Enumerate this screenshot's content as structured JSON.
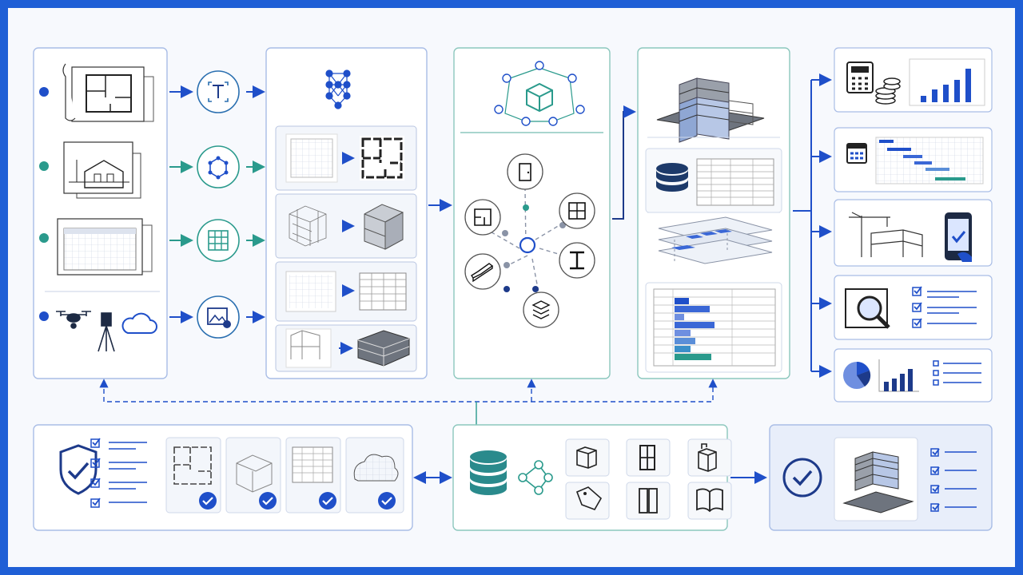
{
  "colors": {
    "frame": "#1f5fd6",
    "background": "#f7f9fd",
    "blue": "#1f4fc9",
    "navy": "#1d3a8a",
    "teal": "#2a9a8c",
    "panel_border": "#a9bde6",
    "teal_border": "#8cc7bd",
    "gray": "#8a93a6"
  },
  "stages": [
    {
      "id": "inputs",
      "icons": [
        "floor-plan-icon",
        "building-elevation-icon",
        "spreadsheet-icon",
        "drone-icon",
        "total-station-icon",
        "cloud-icon"
      ]
    },
    {
      "id": "recognition",
      "icons": [
        "text-recognition-icon",
        "node-graph-icon",
        "grid-table-icon",
        "image-icon"
      ]
    },
    {
      "id": "processing",
      "icons": [
        "neural-network-icon",
        "plan-vectorization",
        "point-cloud-to-solid",
        "table-extraction",
        "scan-to-model"
      ]
    },
    {
      "id": "knowledge-graph",
      "icons": [
        "cube-network-icon",
        "door-node-icon",
        "window-node-icon",
        "beam-node-icon",
        "floor-node-icon",
        "stair-node-icon",
        "wall-node-icon"
      ]
    },
    {
      "id": "model",
      "icons": [
        "building-model-icon",
        "database-icon",
        "layered-floors-icon",
        "bar-table-icon"
      ]
    },
    {
      "id": "outputs",
      "icons": [
        "calculator-icon",
        "coins-icon",
        "bar-chart-icon",
        "calendar-icon",
        "gantt-chart-icon",
        "crane-icon",
        "mobile-check-icon",
        "inspection-icon",
        "checklist-icon",
        "pie-chart-icon"
      ]
    },
    {
      "id": "validation",
      "icons": [
        "shield-check-icon",
        "checklist-icon",
        "verified-plan",
        "verified-model",
        "verified-table",
        "verified-point-cloud"
      ]
    },
    {
      "id": "library",
      "icons": [
        "database-icon",
        "share-icon",
        "appliance-icon",
        "window-icon",
        "cabinet-icon",
        "tag-icon",
        "door-icon",
        "book-icon"
      ]
    },
    {
      "id": "result",
      "icons": [
        "check-circle-icon",
        "building-model-icon",
        "checklist-icon"
      ]
    }
  ]
}
